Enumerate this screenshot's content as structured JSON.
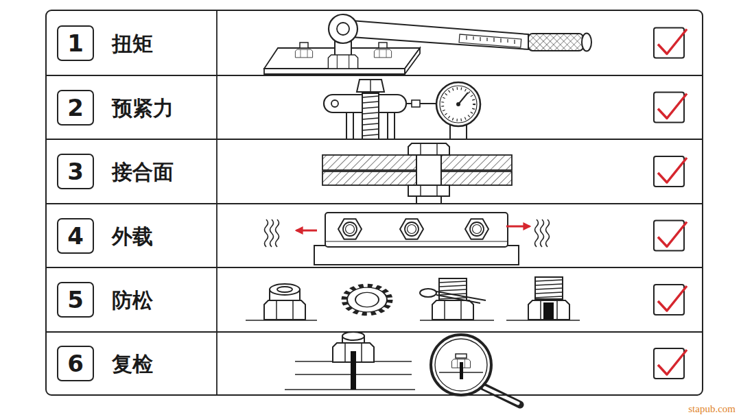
{
  "diagram": {
    "nodes": [
      {
        "text": [
          "1",
          "扭矩"
        ]
      },
      {
        "text": [
          "2",
          "预紧力"
        ]
      },
      {
        "text": [
          "3",
          "接合面"
        ]
      },
      {
        "text": [
          "4",
          "外载"
        ]
      },
      {
        "text": [
          "5",
          "防松"
        ]
      },
      {
        "text": [
          "6",
          "复检"
        ]
      }
    ],
    "labels": [
      "stapub.com"
    ]
  }
}
